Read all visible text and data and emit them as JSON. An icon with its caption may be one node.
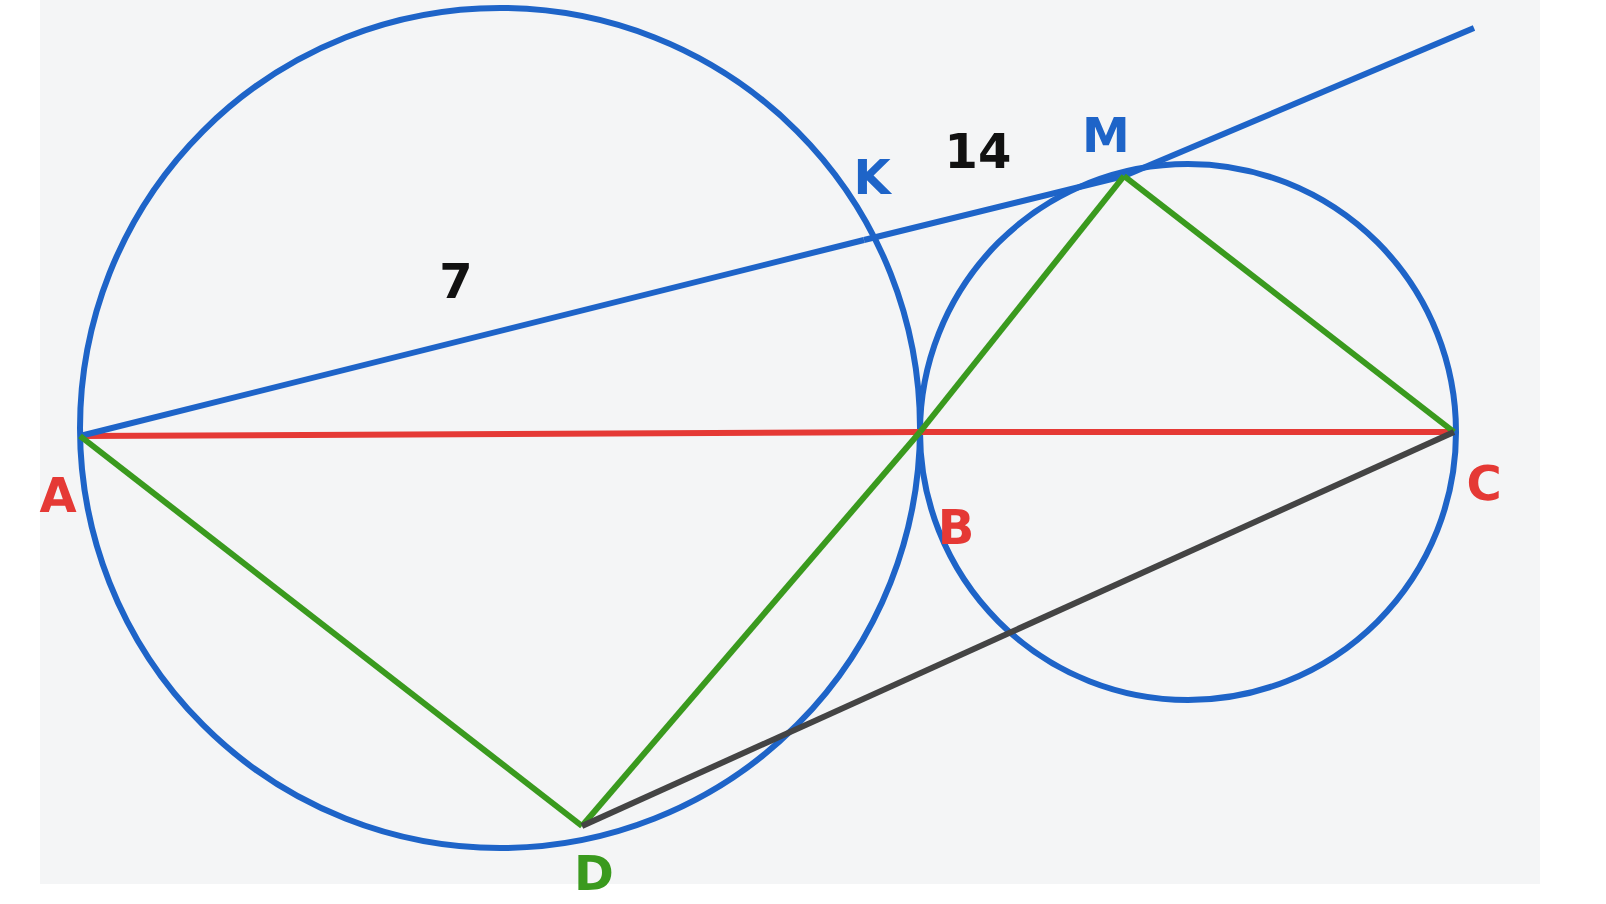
{
  "diagram": {
    "nodes": [
      {
        "text": [
          "A"
        ]
      },
      {
        "text": [
          "B"
        ]
      },
      {
        "text": [
          "C"
        ]
      },
      {
        "text": [
          "D"
        ]
      },
      {
        "text": [
          "K"
        ]
      },
      {
        "text": [
          "M"
        ]
      }
    ],
    "edges": [
      {
        "from": 0,
        "to": 1,
        "arrow": "none",
        "color": "#e53935"
      },
      {
        "from": 1,
        "to": 2,
        "arrow": "none",
        "color": "#e53935"
      },
      {
        "from": 0,
        "to": 4,
        "arrow": "none",
        "label": "7",
        "color": "#1e64c8"
      },
      {
        "from": 4,
        "to": 5,
        "arrow": "none",
        "label": "14",
        "color": "#1e64c8"
      },
      {
        "from": 5,
        "to": null,
        "arrow": "none",
        "color": "#1e64c8"
      },
      {
        "from": 0,
        "to": 3,
        "arrow": "none",
        "color": "#3a9a1e"
      },
      {
        "from": 3,
        "to": 1,
        "arrow": "none",
        "color": "#3a9a1e"
      },
      {
        "from": 1,
        "to": 5,
        "arrow": "none",
        "color": "#3a9a1e"
      },
      {
        "from": 5,
        "to": 2,
        "arrow": "none",
        "color": "#3a9a1e"
      },
      {
        "from": 3,
        "to": 2,
        "arrow": "none",
        "color": "#444444"
      }
    ]
  }
}
